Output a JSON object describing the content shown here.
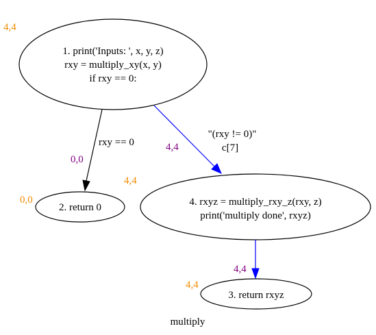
{
  "graph": {
    "caption": "multiply",
    "nodes": [
      {
        "id": "n1",
        "count": "4,4",
        "lines": [
          "1. print('Inputs: ', x, y, z)",
          "rxy = multiply_xy(x, y)",
          "if rxy == 0:"
        ]
      },
      {
        "id": "n2",
        "count": "0,0",
        "lines": [
          "2. return 0"
        ]
      },
      {
        "id": "n4",
        "count": "4,4",
        "lines": [
          "4. rxyz = multiply_rxy_z(rxy, z)",
          "print('multiply done', rxyz)"
        ]
      },
      {
        "id": "n3",
        "count": "4,4",
        "lines": [
          "3. return rxyz"
        ]
      }
    ],
    "edges": [
      {
        "id": "e1",
        "from": "n1",
        "to": "n2",
        "color": "#000000",
        "count": "0,0",
        "label_lines": [
          "rxy == 0"
        ]
      },
      {
        "id": "e2",
        "from": "n1",
        "to": "n4",
        "color": "#0000ff",
        "count": "4,4",
        "label_lines": [
          "\"(rxy != 0)\"",
          "c[7]"
        ]
      },
      {
        "id": "e3",
        "from": "n4",
        "to": "n3",
        "color": "#0000ff",
        "count": "4,4",
        "label_lines": []
      }
    ],
    "colors": {
      "node_count": "#f08c00",
      "edge_count": "#800080"
    }
  }
}
